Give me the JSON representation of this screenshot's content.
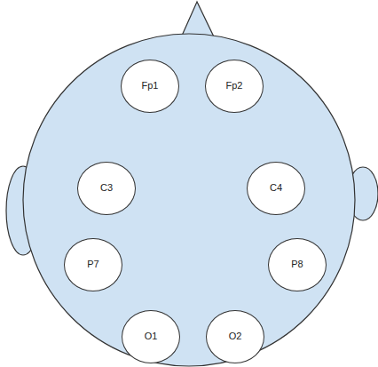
{
  "diagram": {
    "nodes": [
      {
        "text": [
          "Fp1"
        ]
      },
      {
        "text": [
          "Fp2"
        ]
      },
      {
        "text": [
          "C3"
        ]
      },
      {
        "text": [
          "C4"
        ]
      },
      {
        "text": [
          "P7"
        ]
      },
      {
        "text": [
          "P8"
        ]
      },
      {
        "text": [
          "O1"
        ]
      },
      {
        "text": [
          "O2"
        ]
      }
    ]
  }
}
